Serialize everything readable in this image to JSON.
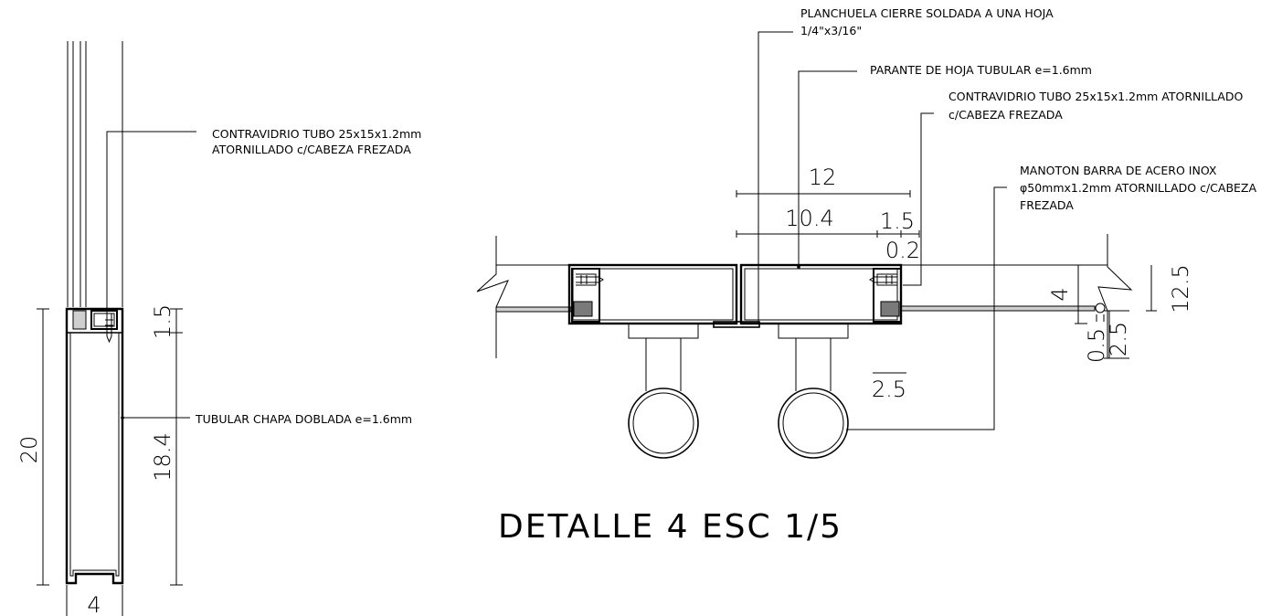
{
  "drawing_title": "DETALLE 4 ESC 1/5",
  "section_view": {
    "notes": {
      "contravidrio_line1": "CONTRAVIDRIO TUBO 25x15x1.2mm",
      "contravidrio_line2": "ATORNILLADO c/CABEZA FREZADA",
      "tubular": "TUBULAR CHAPA DOBLADA e=1.6mm"
    },
    "dimensions": {
      "total_height": "20",
      "top_part": "1.5",
      "body_height": "18.4",
      "width": "4"
    }
  },
  "plan_view": {
    "notes": {
      "planchuela_line1": "PLANCHUELA CIERRE  SOLDADA A UNA HOJA",
      "planchuela_line2": "1/4\"x3/16\"",
      "parante": "PARANTE DE HOJA TUBULAR e=1.6mm",
      "contravidrio_line1": "CONTRAVIDRIO TUBO 25x15x1.2mm ATORNILLADO",
      "contravidrio_line2": "c/CABEZA FREZADA",
      "manoton_line1": "MANOTON BARRA DE ACERO INOX",
      "manoton_line2": "φ50mmx1.2mm ATORNILLADO c/CABEZA",
      "manoton_line3": "FREZADA"
    },
    "dimensions": {
      "overall": "12",
      "inner": "10.4",
      "edge": "1.5",
      "gap": "0.2",
      "thickness": "4",
      "glass_offset": "0.5",
      "glass_side": "2.5",
      "handle_offset": "2.5",
      "panel_height": "12.5"
    }
  }
}
